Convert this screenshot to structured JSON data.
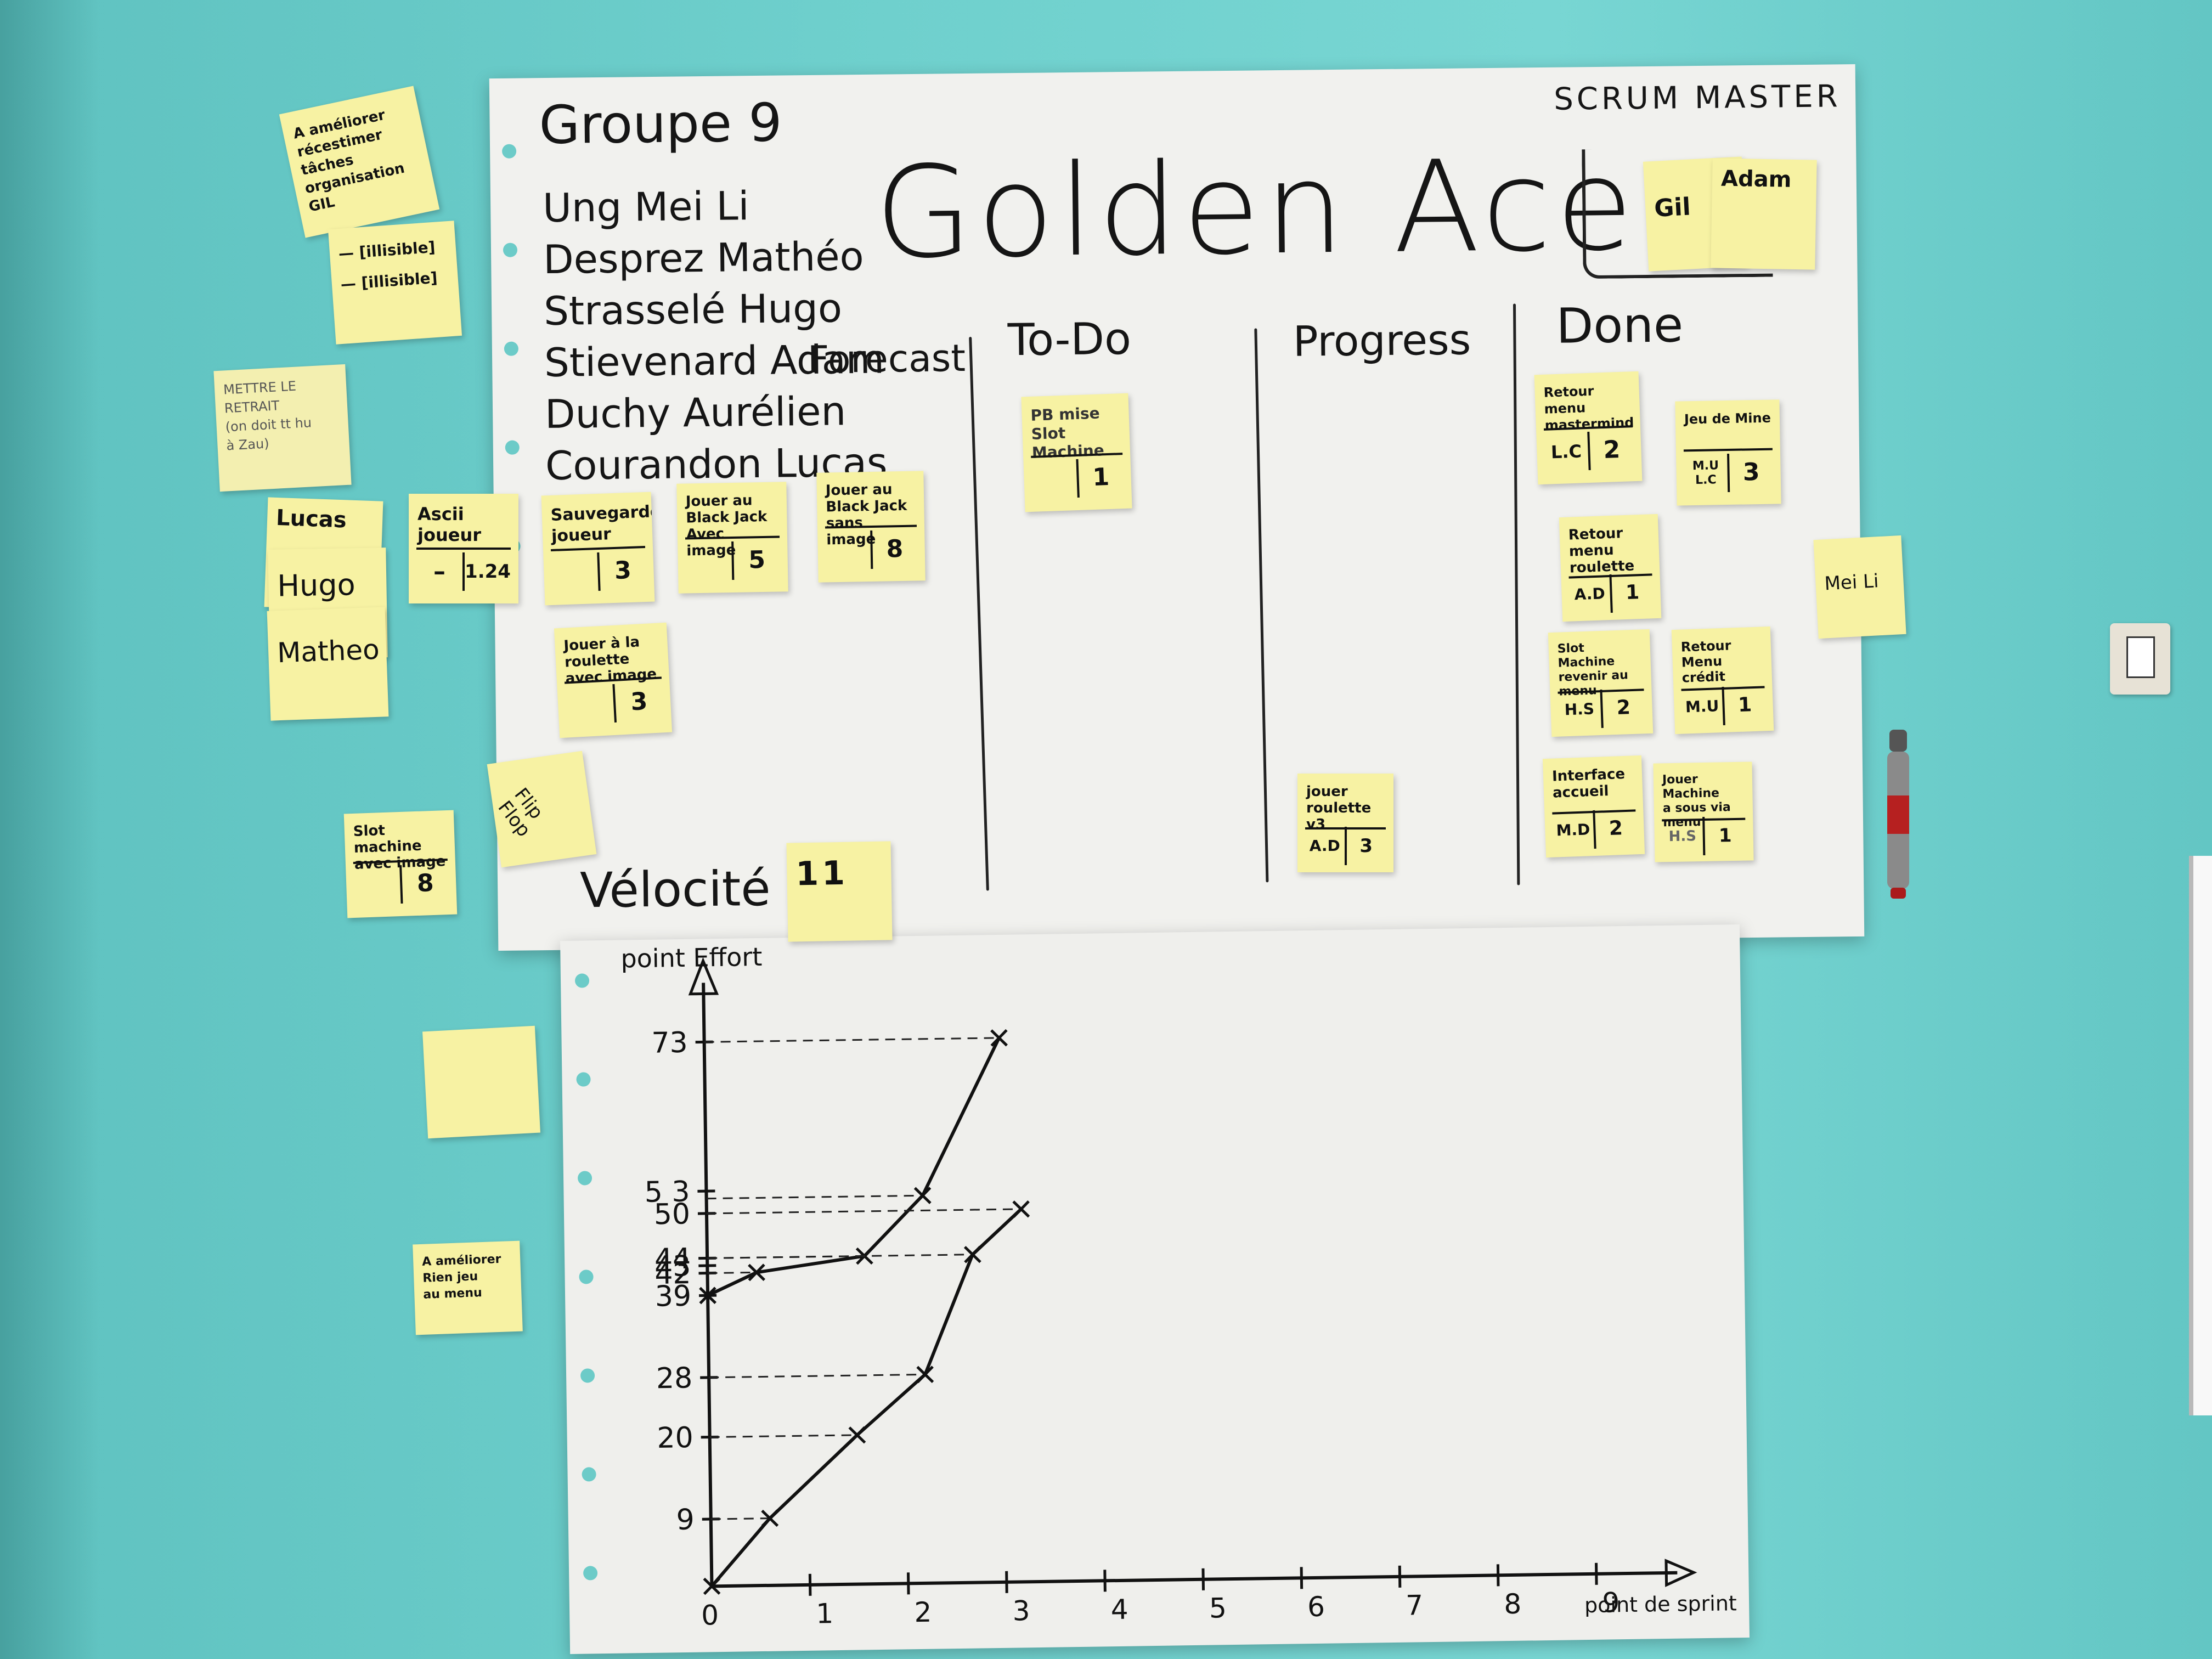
{
  "board": {
    "group": "Groupe 9",
    "members": [
      "Ung Mei Li",
      "Desprez Mathéo",
      "Strasselé Hugo",
      "Stievenard Adam",
      "Duchy Aurélien",
      "Courandon Lucas"
    ],
    "title": "Golden Ace",
    "scrum_master_label": "SCRUM MASTER",
    "columns": [
      "Forecast",
      "To-Do",
      "Progress",
      "Done"
    ],
    "velocity_label": "Vélocité :"
  },
  "notes": {
    "scrum_gil": "Gil",
    "scrum_adam": "Adam",
    "improve_top": "A améliorer\nrécestimer\ntâches\norganisation GIL",
    "redacted": "— [illisible]\n— [illisible]",
    "mettre_retrait": "METTRE LE\nRETRAIT\n(on doit tt hu\nà Zau)",
    "lucas": "Lucas",
    "hugo": "Hugo",
    "matheo": "Matheo",
    "ascii": {
      "text": "Ascii\njoueur",
      "who": "–",
      "points": "1.24"
    },
    "sauvegarde": {
      "text": "Sauvegarde\njoueur",
      "who": "",
      "points": "3"
    },
    "bj_image": {
      "text": "Jouer au\nBlack Jack\nAvec image",
      "who": "",
      "points": "5"
    },
    "bj_sans": {
      "text": "Jouer au\nBlack Jack\nsans image",
      "who": "",
      "points": "8"
    },
    "roulette_image": {
      "text": "Jouer à la\nroulette\navec image",
      "who": "",
      "points": "3"
    },
    "flip_flop": "Flip\nFlop",
    "slot_image": {
      "text": "Slot machine\navec image",
      "who": "",
      "points": "8"
    },
    "pb_mise": {
      "text": "PB mise\nSlot Machine",
      "who": "",
      "points": "1"
    },
    "roulette_v3": {
      "text": "jouer\nroulette v3",
      "who": "A.D",
      "points": "3"
    },
    "retour_mastermind": {
      "text": "Retour menu\nmastermind",
      "who": "L.C",
      "points": "2"
    },
    "jeu_mine": {
      "text": "Jeu de Mine",
      "who": "M.U\nL.C",
      "points": "3"
    },
    "retour_roulette": {
      "text": "Retour\nmenu\nroulette",
      "who": "A.D",
      "points": "1"
    },
    "slot_menu": {
      "text": "Slot Machine\nrevenir au\nmenu",
      "who": "H.S",
      "points": "2"
    },
    "retour_credit": {
      "text": "Retour Menu\ncrédit",
      "who": "M.U",
      "points": "1"
    },
    "interface": {
      "text": "Interface\naccueil",
      "who": "M.D",
      "points": "2"
    },
    "jouer_machine": {
      "text": "Jouer Machine\na sous via\nmenu",
      "who": "H.S",
      "points": "1"
    },
    "mei_li": "Mei Li",
    "velocity": "11",
    "ameliorer_bottom": "A améliorer\nRien jeu\nau menu"
  },
  "chart_data": {
    "type": "line",
    "ylabel": "point Effort",
    "xlabel": "point de sprint",
    "y_ticks": [
      9,
      20,
      28,
      39,
      42,
      43,
      44,
      50,
      53,
      73
    ],
    "y_tick_labels": [
      "9",
      "20",
      "28",
      "39",
      "42",
      "43",
      "44",
      "50",
      "5 3",
      "73"
    ],
    "x_ticks": [
      0,
      1,
      2,
      3,
      4,
      5,
      6,
      7,
      8,
      9
    ],
    "origin_label": "0",
    "xlim": [
      0,
      9.6
    ],
    "ylim": [
      0,
      78
    ],
    "series": [
      {
        "x": [
          0,
          0.5,
          1.6,
          2.2,
          3.0
        ],
        "y": [
          39,
          42,
          44,
          52,
          73
        ]
      },
      {
        "x": [
          0,
          0.6,
          1.5,
          2.2,
          2.7,
          3.2
        ],
        "y": [
          0,
          9,
          20,
          28,
          44,
          50
        ]
      }
    ],
    "grid": false
  }
}
